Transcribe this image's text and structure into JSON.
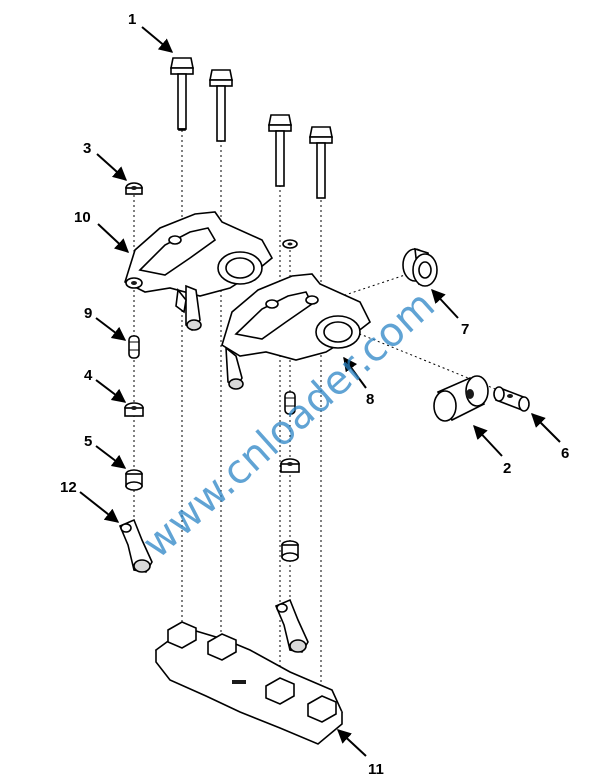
{
  "callouts": [
    "1",
    "2",
    "3",
    "4",
    "5",
    "6",
    "7",
    "8",
    "9",
    "10",
    "11",
    "12"
  ],
  "watermark": "www.cnloader.com",
  "colors": {
    "line": "#000000",
    "watermark": "#2b84c6",
    "background": "#ffffff"
  }
}
